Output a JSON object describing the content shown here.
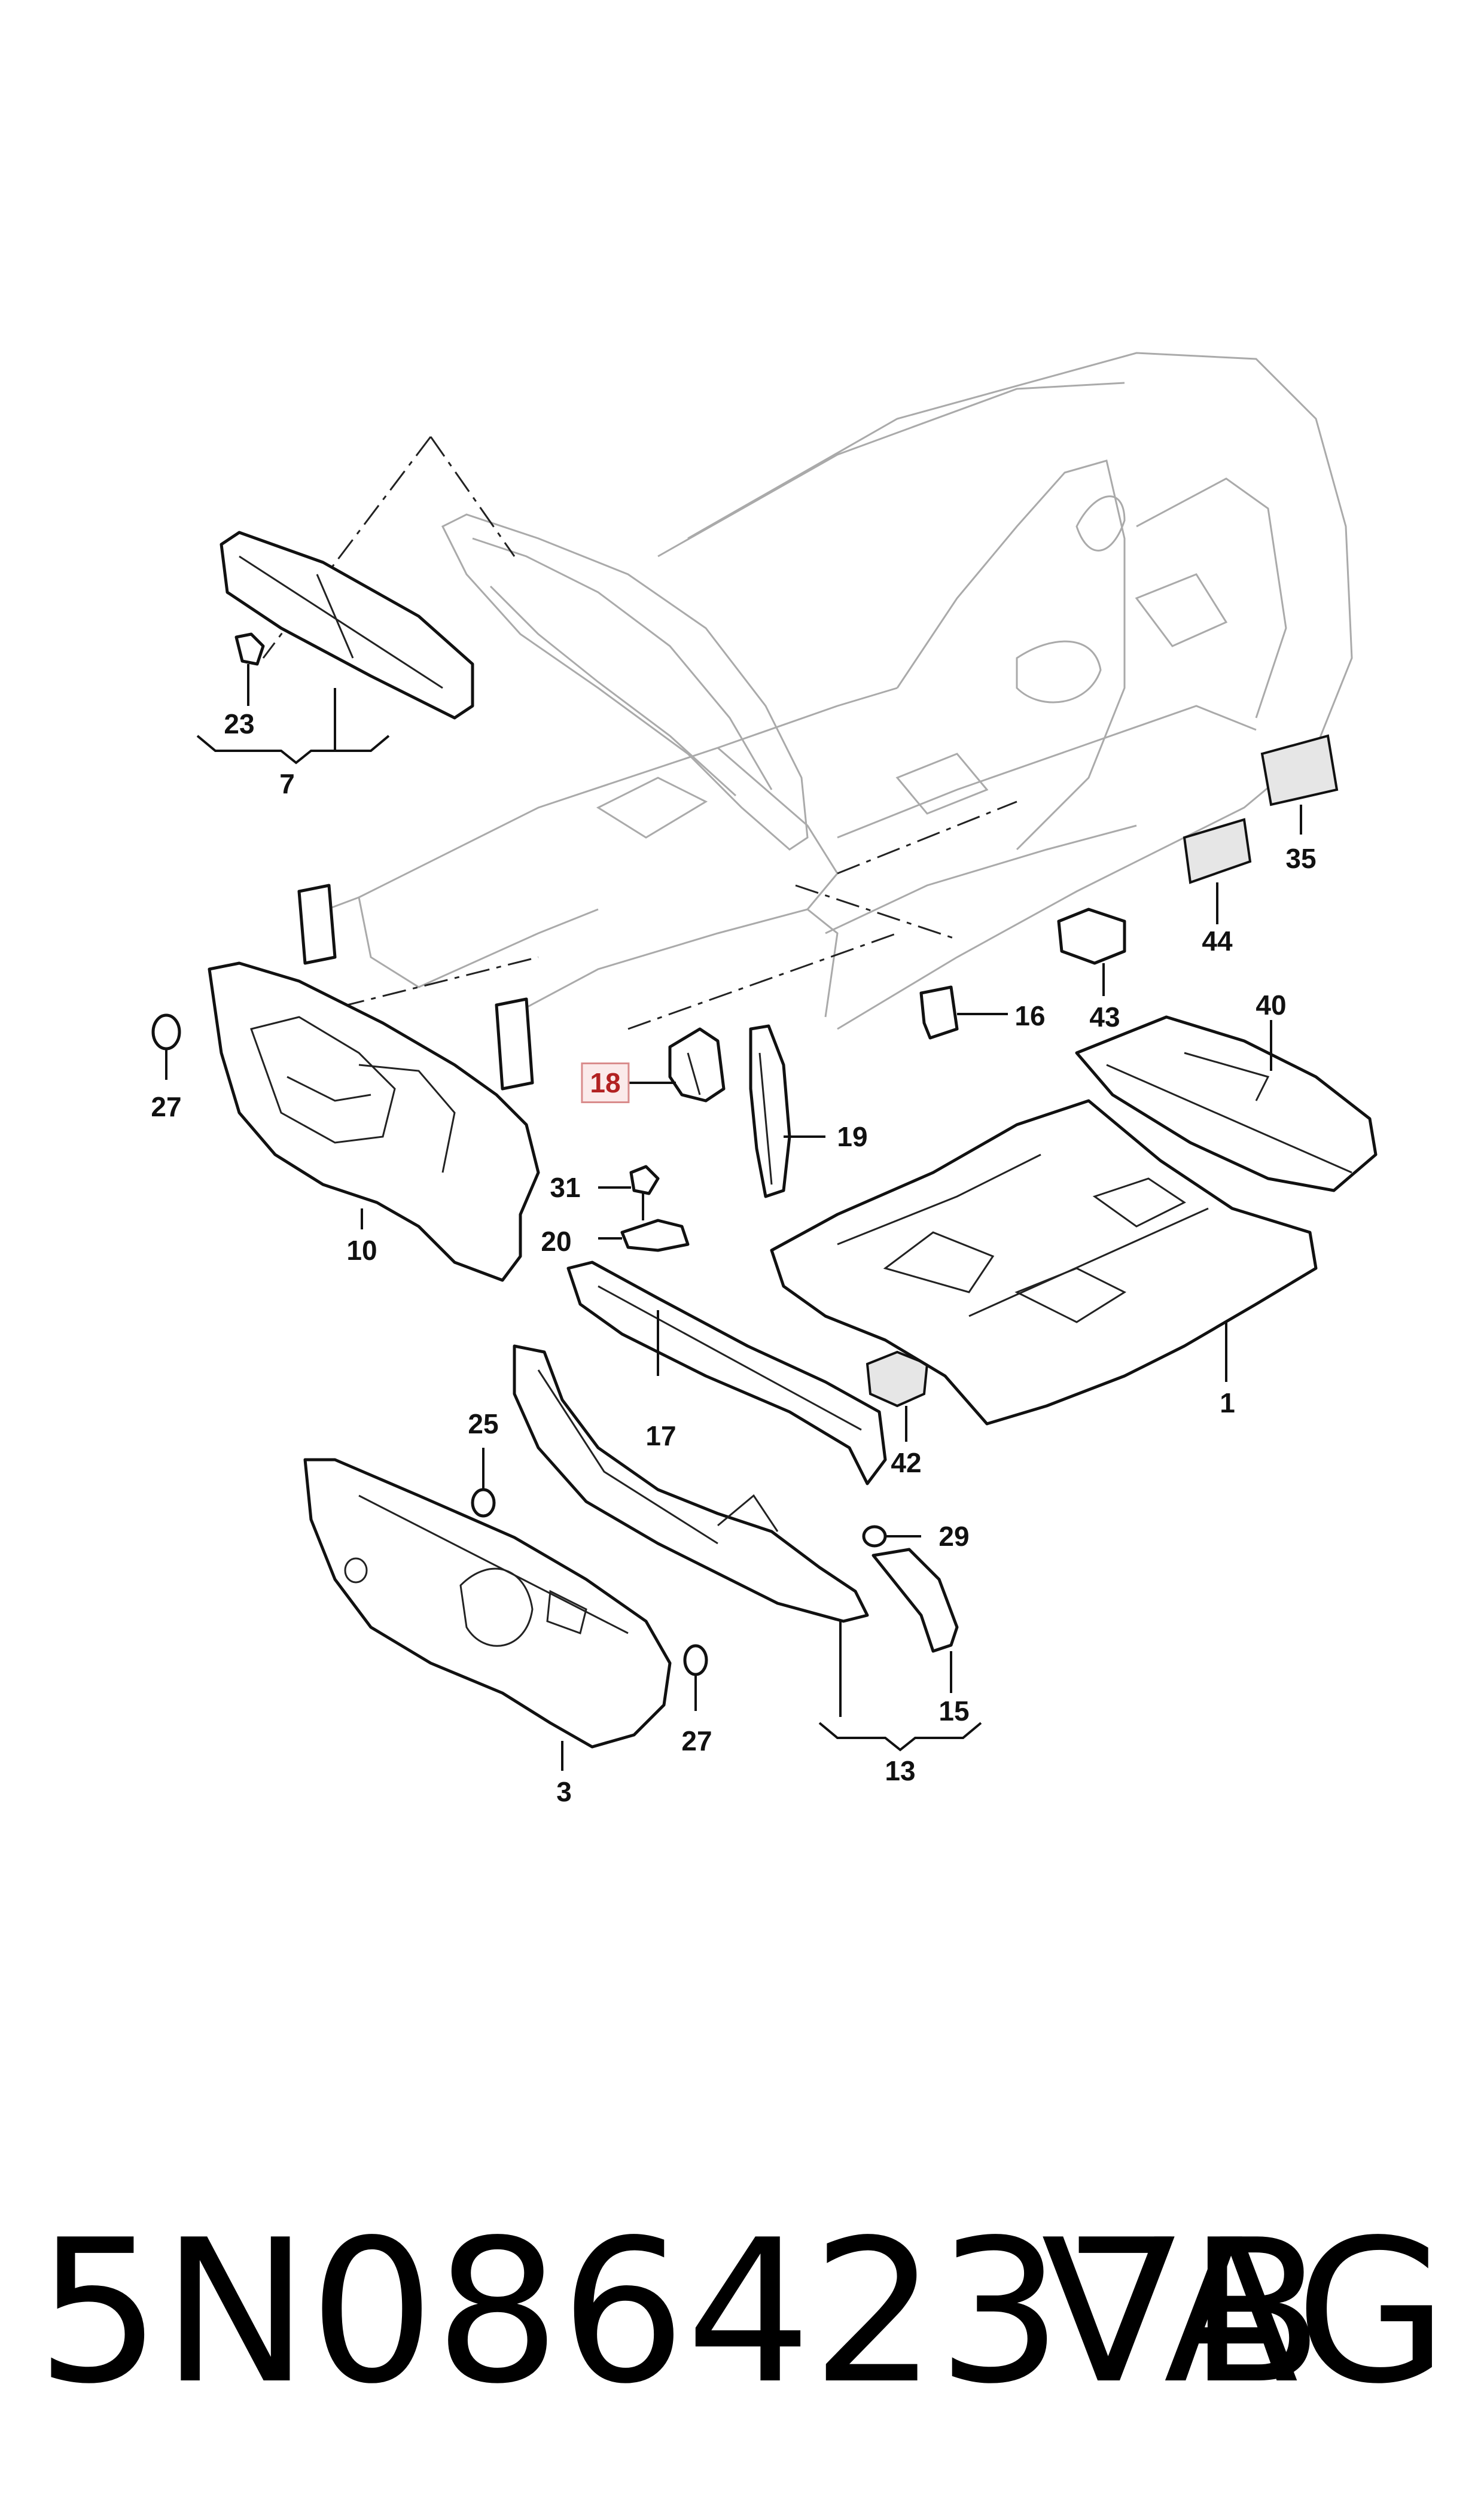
{
  "callouts": [
    {
      "label": "23",
      "highlight": false
    },
    {
      "label": "7",
      "highlight": false
    },
    {
      "label": "27",
      "highlight": false
    },
    {
      "label": "10",
      "highlight": false
    },
    {
      "label": "18",
      "highlight": true
    },
    {
      "label": "19",
      "highlight": false
    },
    {
      "label": "31",
      "highlight": false
    },
    {
      "label": "20",
      "highlight": false
    },
    {
      "label": "17",
      "highlight": false
    },
    {
      "label": "25",
      "highlight": false
    },
    {
      "label": "27",
      "highlight": false
    },
    {
      "label": "3",
      "highlight": false
    },
    {
      "label": "29",
      "highlight": false
    },
    {
      "label": "15",
      "highlight": false
    },
    {
      "label": "13",
      "highlight": false
    },
    {
      "label": "42",
      "highlight": false
    },
    {
      "label": "1",
      "highlight": false
    },
    {
      "label": "40",
      "highlight": false
    },
    {
      "label": "16",
      "highlight": false
    },
    {
      "label": "43",
      "highlight": false
    },
    {
      "label": "44",
      "highlight": false
    },
    {
      "label": "35",
      "highlight": false
    }
  ],
  "footer": {
    "part_number": "5N0864237B",
    "brand": "VAG"
  },
  "colors": {
    "line": "#111111",
    "highlight_text": "#b22222",
    "highlight_box": "#fbeaea"
  }
}
